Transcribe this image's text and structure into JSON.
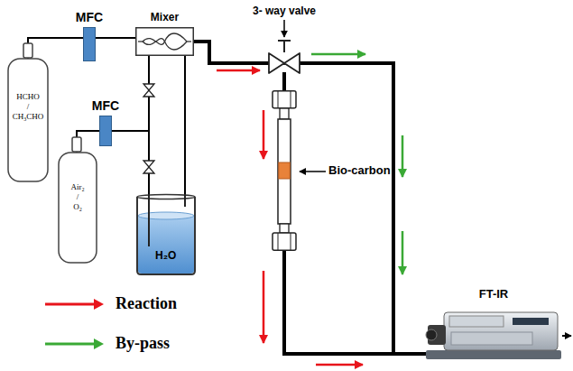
{
  "diagram": {
    "nodes": [
      {
        "text": [
          "HCHO / CH₃CHO"
        ]
      },
      {
        "text": [
          "MFC"
        ]
      },
      {
        "text": [
          "Mixer"
        ]
      },
      {
        "text": [
          "Air₂ / O₂"
        ]
      },
      {
        "text": [
          "MFC"
        ]
      },
      {
        "text": [
          "H₂O"
        ]
      },
      {
        "text": [
          "3- way valve"
        ]
      },
      {
        "text": [
          "Bio-carbon"
        ]
      },
      {
        "text": [
          "FT-IR"
        ]
      }
    ],
    "edges": [
      {
        "from": 0,
        "to": 1,
        "arrow": "none"
      },
      {
        "from": 1,
        "to": 2,
        "arrow": "none"
      },
      {
        "from": 3,
        "to": 4,
        "arrow": "none"
      },
      {
        "from": 4,
        "to": 2,
        "arrow": "none"
      },
      {
        "from": 4,
        "to": 5,
        "arrow": "none"
      },
      {
        "from": 5,
        "to": 2,
        "arrow": "none"
      },
      {
        "from": 2,
        "to": 6,
        "arrow": "none"
      },
      {
        "from": 6,
        "to": 7,
        "arrow": "none"
      },
      {
        "from": 7,
        "to": 8,
        "arrow": "none"
      },
      {
        "from": 6,
        "to": 8,
        "arrow": "none"
      }
    ],
    "legend": [
      {
        "text": "Reaction"
      },
      {
        "text": "By-pass"
      }
    ]
  }
}
